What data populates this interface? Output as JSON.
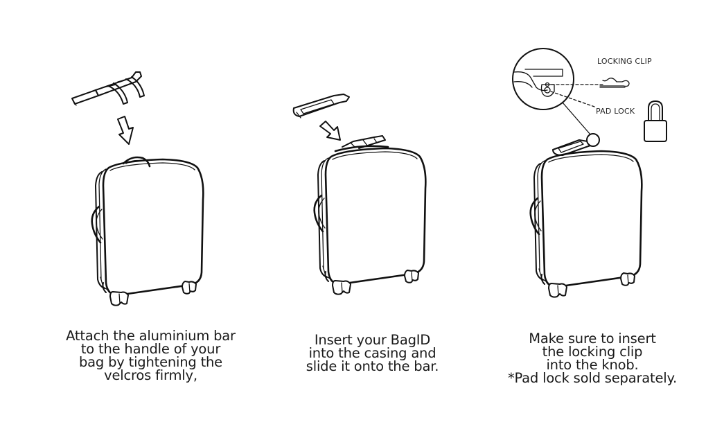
{
  "steps": [
    {
      "id": 1,
      "illustration": "suitcase-with-aluminium-bar-and-velcro-straps",
      "caption_lines": [
        "Attach the aluminium bar",
        "to the handle of your",
        "bag by tightening the",
        "velcros firmly,"
      ]
    },
    {
      "id": 2,
      "illustration": "suitcase-with-bagid-casing-inserted",
      "caption_lines": [
        "Insert your BagID",
        "into the casing and",
        "slide it onto the bar."
      ]
    },
    {
      "id": 3,
      "illustration": "suitcase-with-locking-clip-detail",
      "caption_lines": [
        "Make sure to insert",
        "the locking clip",
        "into the knob.",
        "*Pad lock sold separately."
      ],
      "callouts": {
        "locking_clip": "LOCKING CLIP",
        "pad_lock": "PAD LOCK"
      }
    }
  ],
  "icons": [
    "arrow-down-icon",
    "arrow-down-right-icon",
    "padlock-icon",
    "locking-clip-icon",
    "magnifier-detail-circle"
  ],
  "colors": {
    "line": "#111111",
    "background": "#ffffff",
    "text": "#1a1a1a"
  }
}
